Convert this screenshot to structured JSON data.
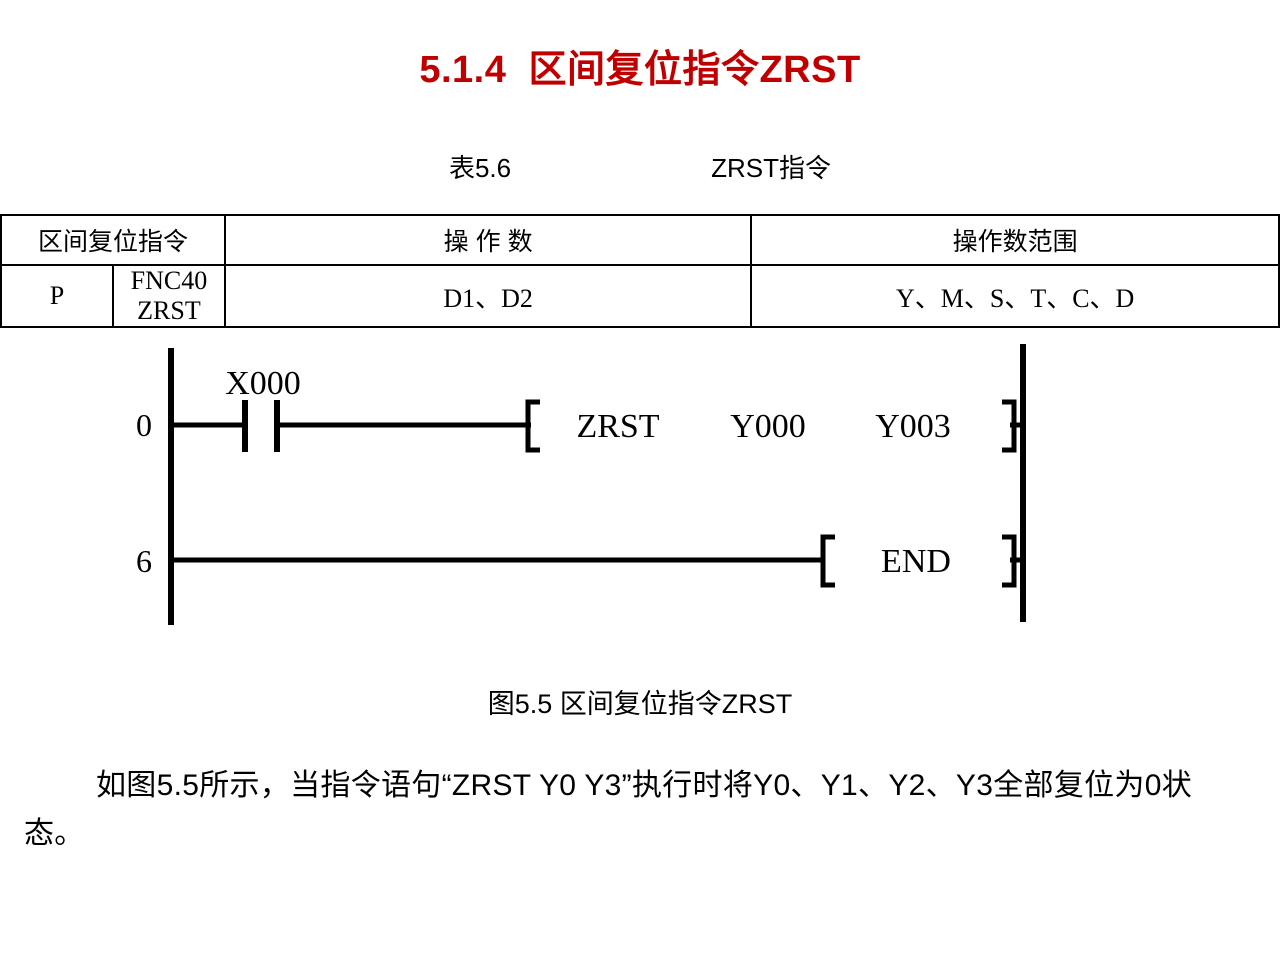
{
  "title": "5.1.4  区间复位指令ZRST",
  "title_color": "#c00000",
  "table_caption": {
    "number": "表5.6",
    "name": "ZRST指令"
  },
  "table": {
    "headers": [
      "区间复位指令",
      "操 作 数",
      "操作数范围"
    ],
    "rows": [
      {
        "p": "P",
        "instruction": "FNC40  ZRST",
        "operands": "D1、D2",
        "range": "Y、M、S、T、C、D"
      }
    ]
  },
  "ladder": {
    "rungs": [
      {
        "step": "0",
        "contact_label": "X000",
        "contact_type": "normally-open",
        "instruction": "ZRST",
        "operand1": "Y000",
        "operand2": "Y003"
      },
      {
        "step": "6",
        "contact_label": "",
        "contact_type": "none",
        "instruction": "END",
        "operand1": "",
        "operand2": ""
      }
    ]
  },
  "figure_caption": "图5.5  区间复位指令ZRST",
  "body_text": "如图5.5所示，当指令语句“ZRST Y0 Y3”执行时将Y0、Y1、Y2、Y3全部复位为0状态。"
}
